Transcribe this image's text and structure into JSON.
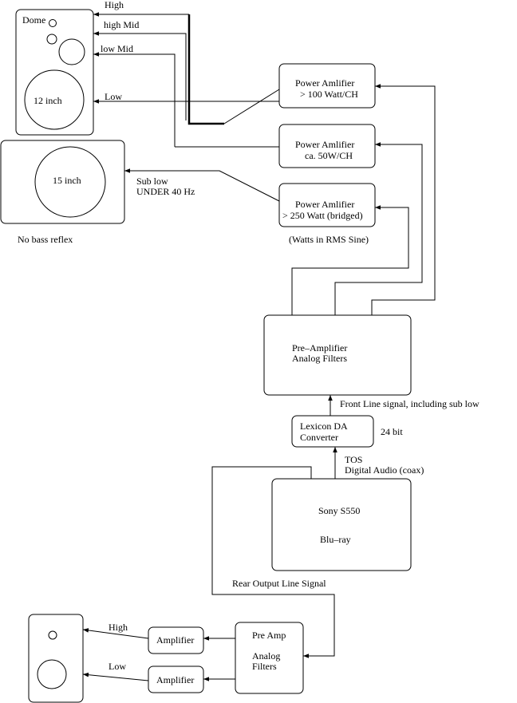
{
  "speaker_front": {
    "dome_label": "Dome",
    "woofer_label": "12 inch"
  },
  "subwoofer": {
    "driver_label": "15 inch",
    "note": "No bass reflex"
  },
  "band_labels": {
    "high": "High",
    "high_mid": "high Mid",
    "low_mid": "low Mid",
    "low": "Low",
    "sub_low_1": "Sub low",
    "sub_low_2": "UNDER 40 Hz"
  },
  "amps": {
    "amp1": {
      "line1": "Power Amlifier",
      "line2": "> 100 Watt/CH"
    },
    "amp2": {
      "line1": "Power Amlifier",
      "line2": "ca. 50W/CH"
    },
    "amp3": {
      "line1": "Power Amlifier",
      "line2": "> 250 Watt (bridged)"
    },
    "note": "(Watts in RMS Sine)"
  },
  "preamp": {
    "line1": "Pre–Amplifier",
    "line2": "Analog Filters"
  },
  "front_signal": "Front Line signal, including sub low",
  "dac": {
    "line1": "Lexicon DA",
    "line2": "Converter",
    "bits": "24 bit"
  },
  "tos": {
    "line1": "TOS",
    "line2": "Digital Audio (coax)"
  },
  "player": {
    "line1": "Sony S550",
    "line2": "Blu–ray"
  },
  "rear_signal": "Rear Output  Line Signal",
  "rear": {
    "high": "High",
    "low": "Low",
    "amp_high": "Amplifier",
    "amp_low": "Amplifier",
    "preamp_line1": "Pre Amp",
    "preamp_line2": "Analog",
    "preamp_line3": "Filters"
  }
}
